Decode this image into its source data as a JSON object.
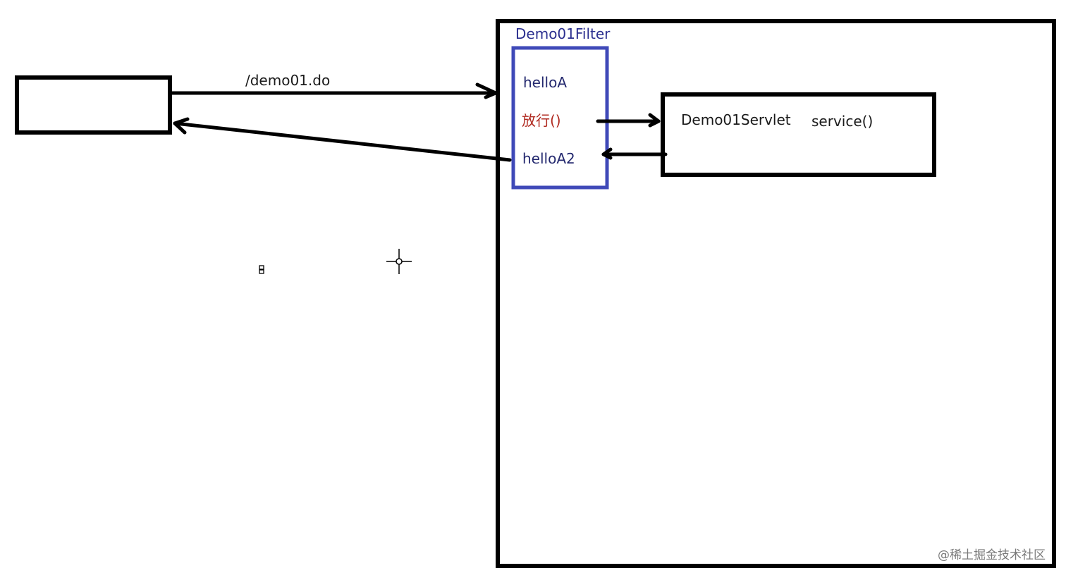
{
  "request": {
    "url": "/demo01.do"
  },
  "filter": {
    "title": "Demo01Filter",
    "items": [
      "helloA",
      "放行()",
      "helloA2"
    ]
  },
  "servlet": {
    "title": "Demo01Servlet",
    "method": "service()"
  },
  "watermark": "@稀土掘金技术社区",
  "colors": {
    "stroke": "#000000",
    "filter_border": "#3f49b8",
    "filter_text": "#23286e",
    "pass_text": "#b02a20"
  },
  "icons": {
    "crosshair": "crosshair-cursor-icon",
    "small": "text-cursor-icon"
  }
}
